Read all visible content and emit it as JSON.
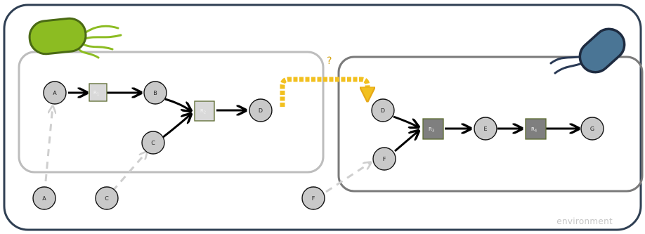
{
  "environment_label": "environment",
  "transfer_question": "?",
  "organism_1": {
    "body_color": "#8cbc22",
    "internal": {
      "A": "A",
      "B": "B",
      "C": "C",
      "D": "D",
      "R1": "R",
      "R1_sub": "1",
      "R2": "R",
      "R2_sub": "2"
    },
    "external": {
      "A": "A",
      "C": "C"
    }
  },
  "organism_2": {
    "body_color": "#4a7595",
    "internal": {
      "D": "D",
      "E": "E",
      "F": "F",
      "G": "G",
      "R3": "R",
      "R3_sub": "3",
      "R4": "R",
      "R4_sub": "4"
    },
    "external": {
      "F": "F"
    }
  },
  "colors": {
    "metabolite_fill": "#c9c9c9",
    "reaction_fill_1": "#d9d9d9",
    "reaction_fill_2": "#7f7f7f",
    "transfer_arrow": "#f2c01f",
    "uptake_arrow": "#cccccc"
  }
}
